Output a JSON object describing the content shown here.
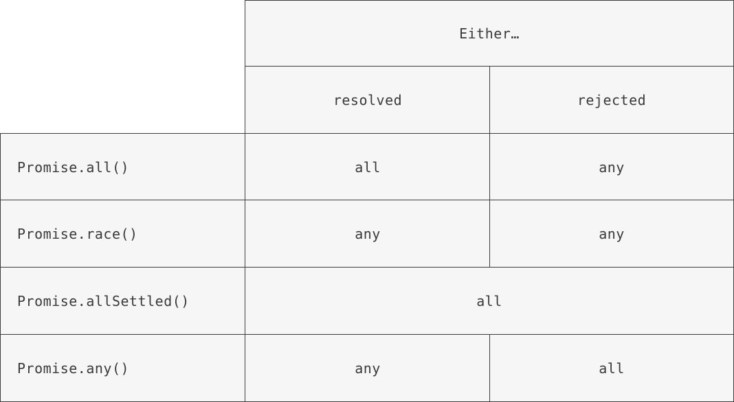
{
  "header": {
    "group_label": "Either…",
    "columns": [
      "resolved",
      "rejected"
    ]
  },
  "rows": [
    {
      "method": "Promise.all()",
      "resolved": "all",
      "rejected": "any"
    },
    {
      "method": "Promise.race()",
      "resolved": "any",
      "rejected": "any"
    },
    {
      "method": "Promise.allSettled()",
      "merged": "all"
    },
    {
      "method": "Promise.any()",
      "resolved": "any",
      "rejected": "all"
    }
  ]
}
